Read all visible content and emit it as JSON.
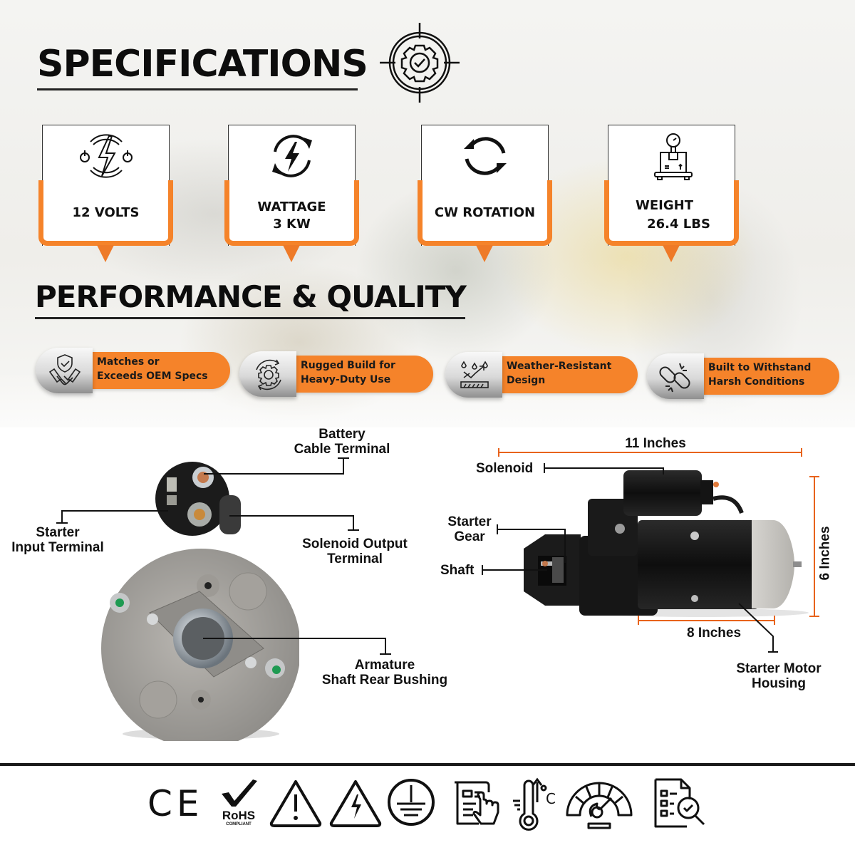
{
  "headings": {
    "specifications": "SPECIFICATIONS",
    "performance": "PERFORMANCE & QUALITY"
  },
  "specs": [
    {
      "icon": "power-bolt-icon",
      "line1": "12 VOLTS",
      "line2": ""
    },
    {
      "icon": "energy-cycle-icon",
      "line1": "WATTAGE",
      "line2": "3 KW"
    },
    {
      "icon": "rotation-icon",
      "line1": "CW ROTATION",
      "line2": ""
    },
    {
      "icon": "weight-scale-icon",
      "line1": "WEIGHT",
      "line2": "26.4 LBS"
    }
  ],
  "features": [
    {
      "icon": "handshake-shield-icon",
      "line1": "Matches or",
      "line2": "Exceeds OEM Specs"
    },
    {
      "icon": "gear-cycle-icon",
      "line1": "Rugged Build for",
      "line2": "Heavy-Duty Use"
    },
    {
      "icon": "weather-drops-icon",
      "line1": "Weather-Resistant",
      "line2": "Design"
    },
    {
      "icon": "chain-link-icon",
      "line1": "Built to Withstand",
      "line2": "Harsh Conditions"
    }
  ],
  "rear_view": {
    "battery_terminal": [
      "Battery",
      "Cable Terminal"
    ],
    "starter_input": [
      "Starter",
      "Input Terminal"
    ],
    "solenoid_output": [
      "Solenoid Output",
      "Terminal"
    ],
    "armature_bushing": [
      "Armature",
      "Shaft Rear Bushing"
    ]
  },
  "side_view": {
    "solenoid": "Solenoid",
    "starter_gear": [
      "Starter",
      "Gear"
    ],
    "shaft": "Shaft",
    "housing": [
      "Starter Motor",
      "Housing"
    ],
    "dim_length": "11 Inches",
    "dim_body": "8 Inches",
    "dim_height": "6 Inches"
  },
  "certifications": [
    {
      "icon": "ce-mark-icon",
      "text": "CE"
    },
    {
      "icon": "rohs-icon",
      "text": "RoHS",
      "subtext": "COMPLIANT"
    },
    {
      "icon": "warning-triangle-icon"
    },
    {
      "icon": "high-voltage-icon"
    },
    {
      "icon": "ground-symbol-icon"
    },
    {
      "icon": "manual-touch-icon"
    },
    {
      "icon": "temperature-icon",
      "text": "°C"
    },
    {
      "icon": "performance-gauge-icon"
    },
    {
      "icon": "inspection-checklist-icon"
    }
  ],
  "colors": {
    "accent": "#f5832a",
    "dimension": "#e8631c",
    "text": "#111111"
  }
}
